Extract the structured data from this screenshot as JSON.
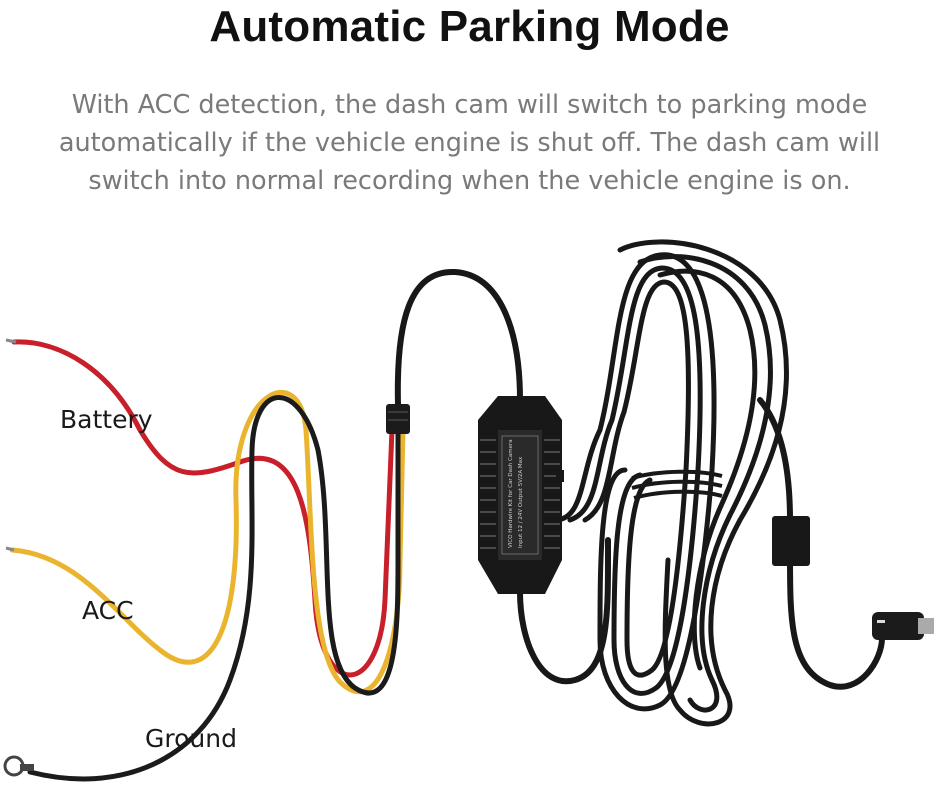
{
  "title": "Automatic Parking Mode",
  "description": {
    "line1": "With ACC detection, the dash cam will switch to parking mode",
    "line2": "automatically if the vehicle engine is shut off. The dash cam will",
    "line3": "switch into normal recording when the vehicle engine is on."
  },
  "wire_labels": {
    "battery": "Battery",
    "acc": "ACC",
    "ground": "Ground"
  },
  "colors": {
    "battery_wire": "#c8202a",
    "acc_wire": "#eab42e",
    "ground_wire": "#1b1b1b",
    "cable": "#181818"
  },
  "module": {
    "label_line1": "VICO Hardwire Kit for Car Dash Camera",
    "label_line2": "Input 12 / 24V  Output 5V/2A Max"
  }
}
